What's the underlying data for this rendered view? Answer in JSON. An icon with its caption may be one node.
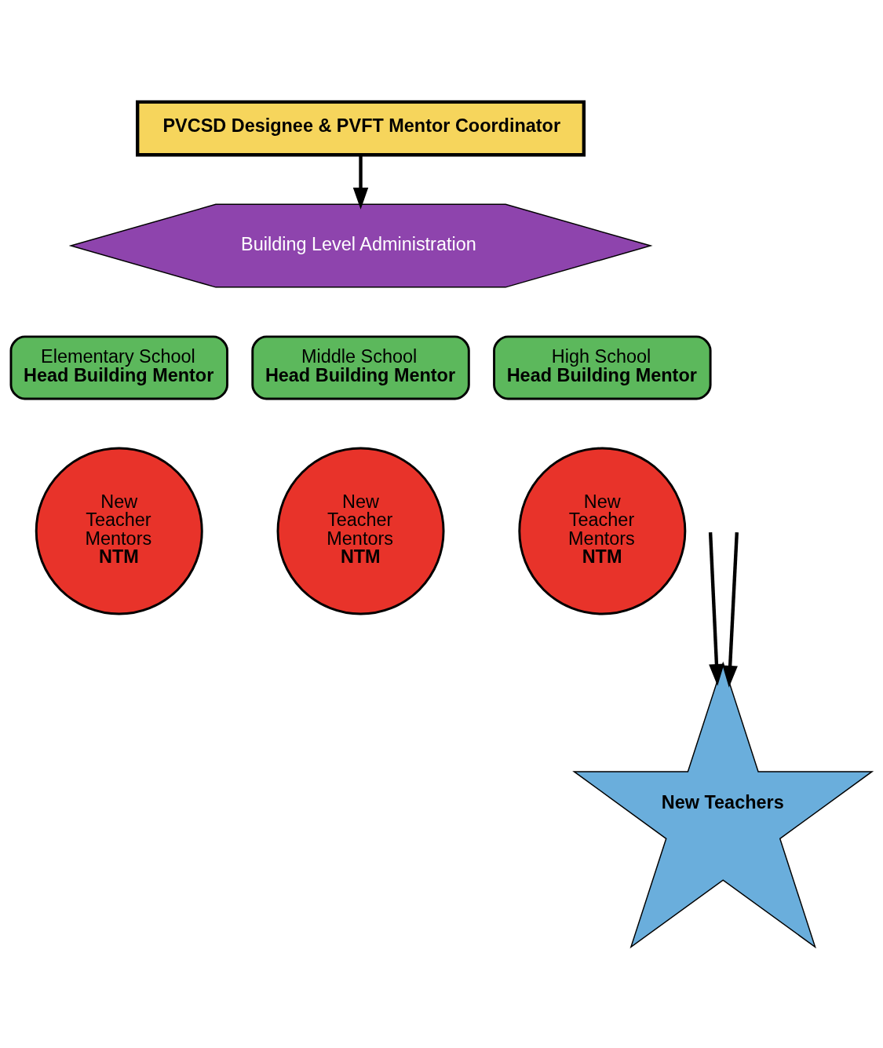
{
  "diagram": {
    "nodes": [
      {
        "text": [
          "PVCSD Designee & PVFT Mentor Coordinator"
        ]
      },
      {
        "text": [
          "Building Level Administration"
        ]
      },
      {
        "text": [
          "Elementary School",
          "Head Building Mentor"
        ]
      },
      {
        "text": [
          "Middle School",
          "Head Building Mentor"
        ]
      },
      {
        "text": [
          "High School",
          "Head Building Mentor"
        ]
      },
      {
        "text": [
          "New Teacher Mentors",
          "NTM"
        ]
      },
      {
        "text": [
          "New Teacher Mentors",
          "NTM"
        ]
      },
      {
        "text": [
          "New Teacher Mentors",
          "NTM"
        ]
      },
      {
        "text": [
          "New Teachers"
        ]
      }
    ],
    "edges": [
      {
        "from": 0,
        "to": 1,
        "arrow": "to"
      },
      {
        "from": null,
        "to": 8,
        "arrow": "to"
      },
      {
        "from": null,
        "to": 8,
        "arrow": "to"
      }
    ]
  }
}
